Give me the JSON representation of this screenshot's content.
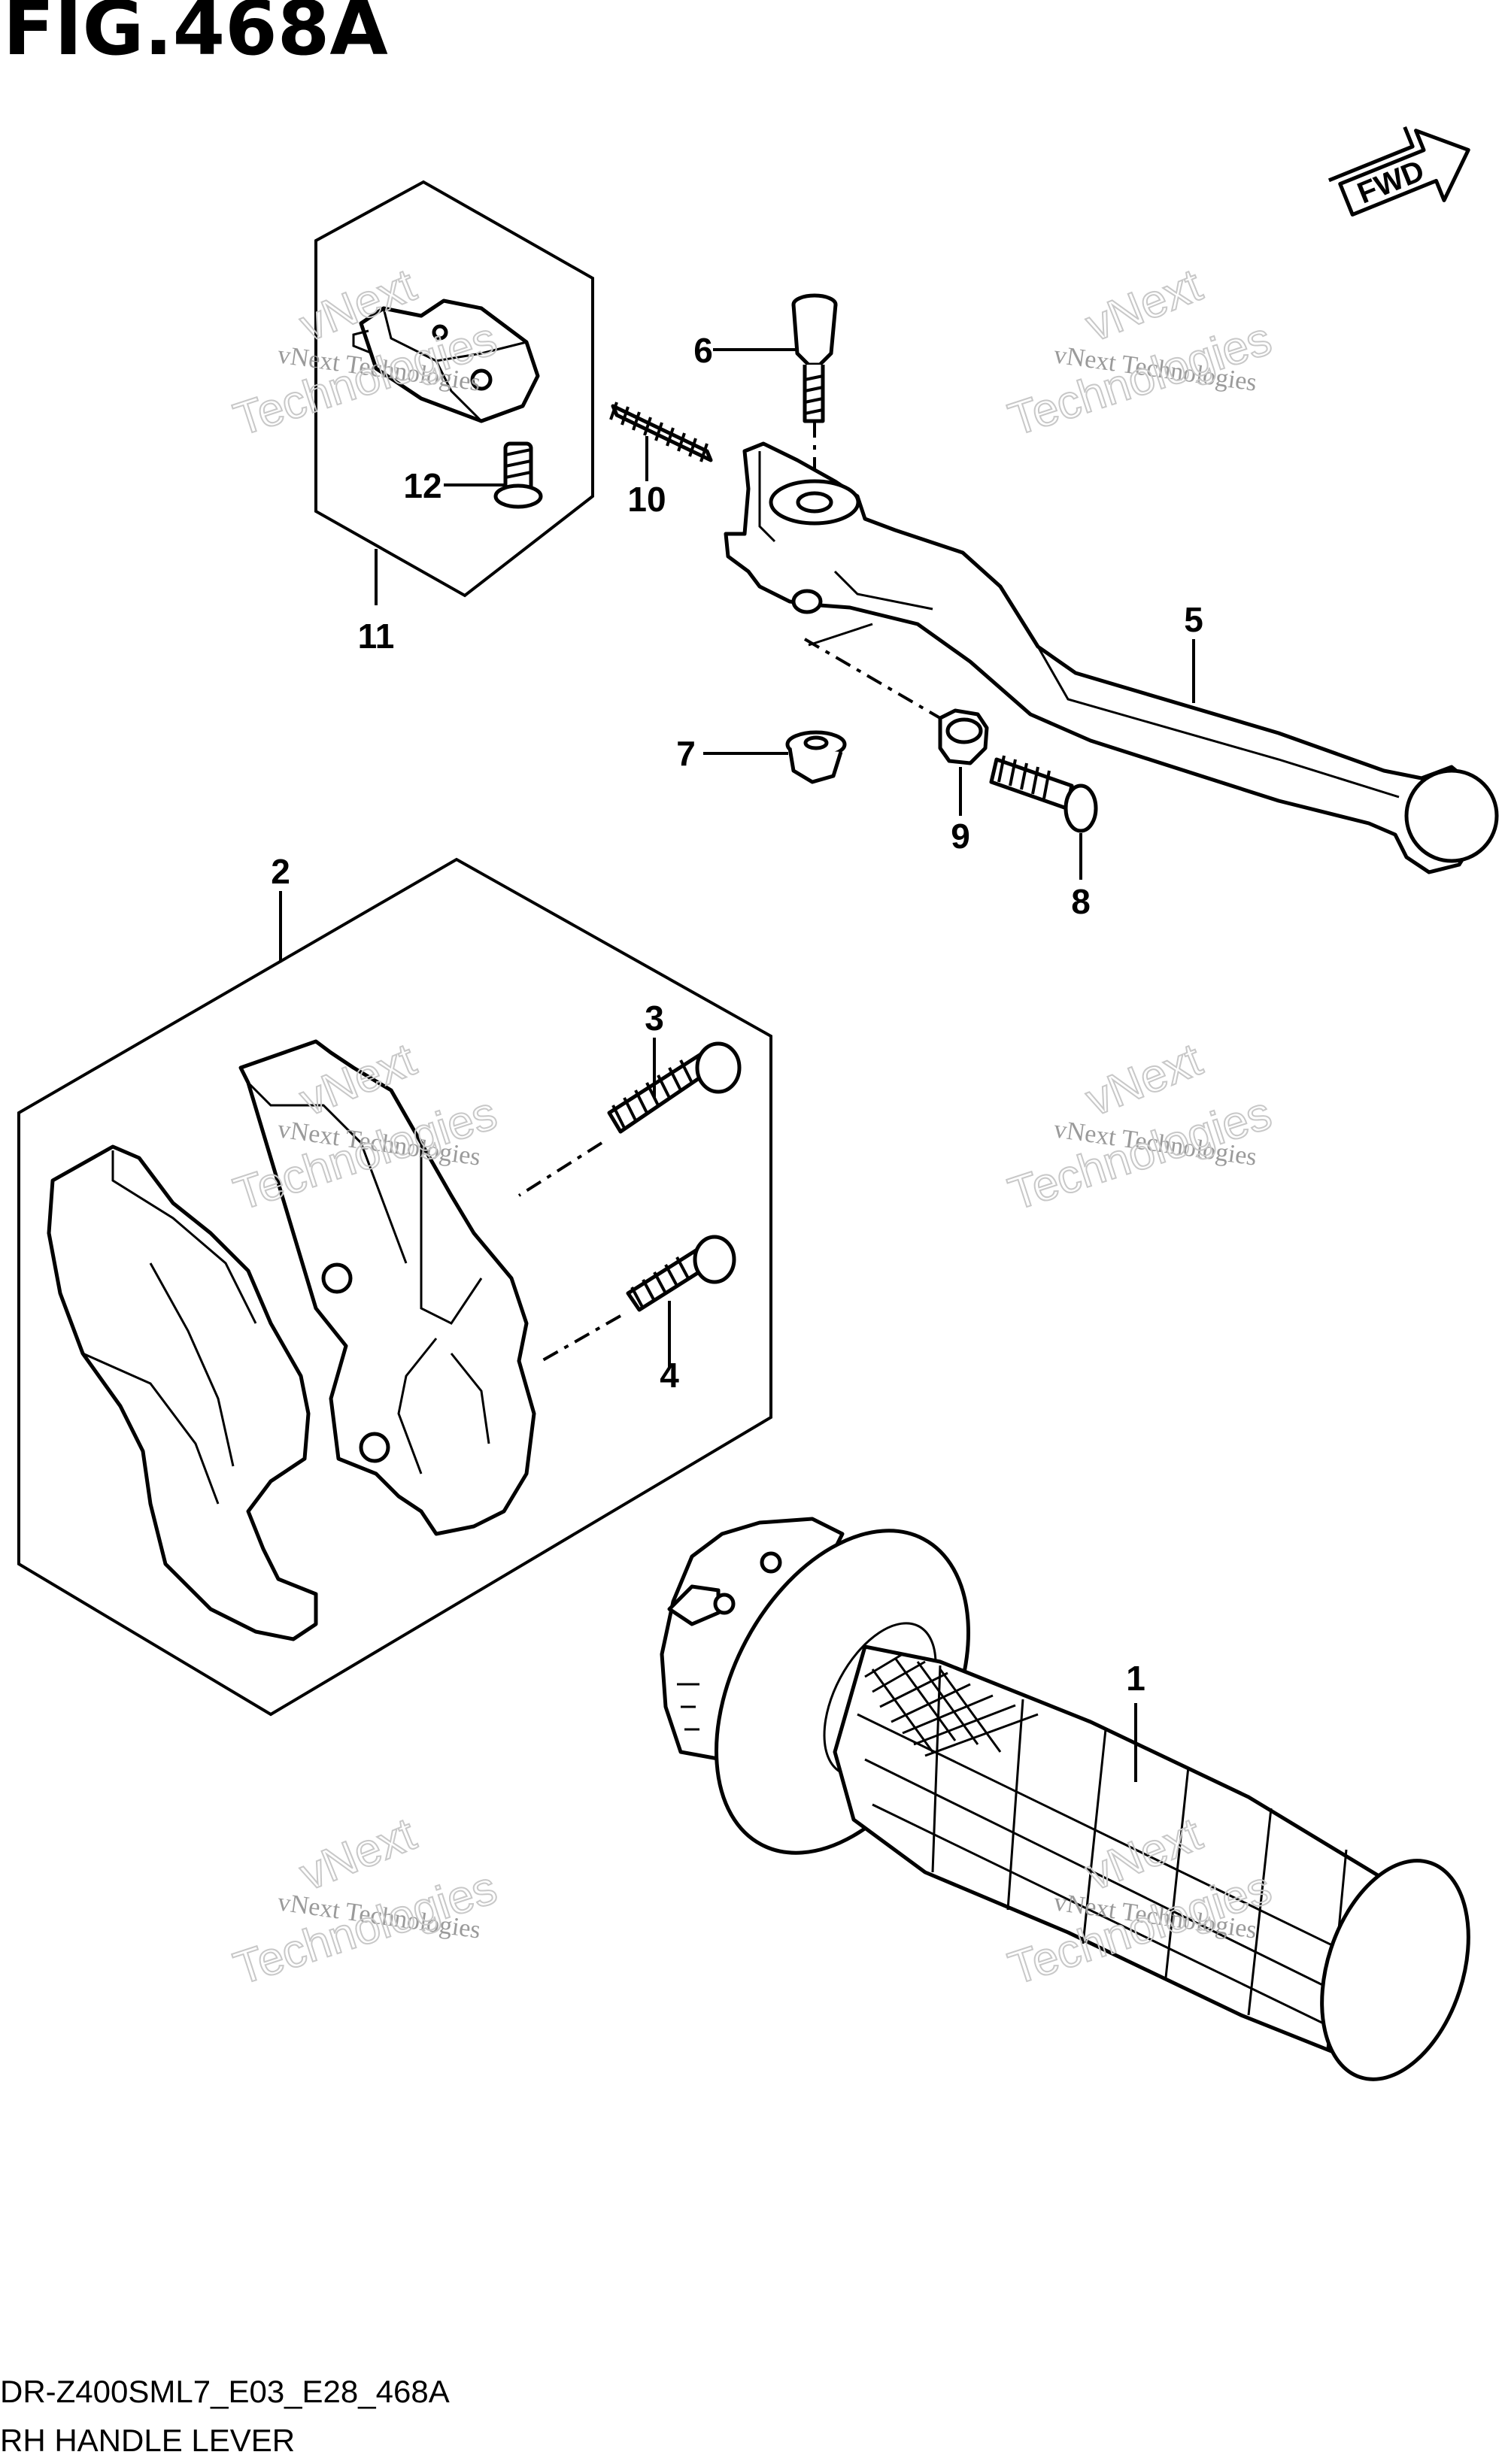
{
  "figure": {
    "title": "FIG.468A",
    "model_code": "DR-Z400SML7_E03_E28_468A",
    "subtitle": "RH HANDLE LEVER"
  },
  "direction_label": "FWD",
  "watermark": {
    "line1": "vNext Technologies",
    "line2": "vNext",
    "line3": "Technologies"
  },
  "callouts": [
    "1",
    "2",
    "3",
    "4",
    "5",
    "6",
    "7",
    "8",
    "9",
    "10",
    "11",
    "12"
  ]
}
